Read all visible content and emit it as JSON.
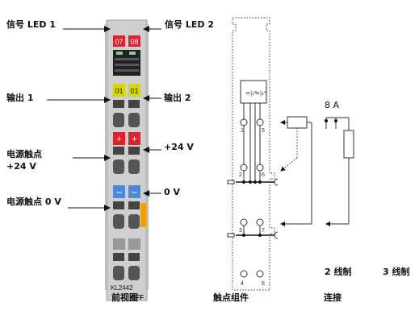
{
  "labels": {
    "signal_led_1": "信号 LED 1",
    "signal_led_2": "信号 LED 2",
    "output_1": "输出 1",
    "output_2": "输出 2",
    "power_contact_24v_line1": "电源触点",
    "power_contact_24v_line2": "+24 V",
    "plus_24v_right": "+24 V",
    "power_contact_0v": "电源触点 0 V",
    "zero_v_right": "0 V",
    "front_view": "前视图",
    "contact_assembly": "触点组件",
    "connection": "连接",
    "two_wire": "2 线制",
    "three_wire": "3 线制",
    "current": "8 A"
  },
  "module": {
    "led_07": "07",
    "led_08": "08",
    "out_01_left": "01",
    "out_01_right": "01",
    "plus_left": "+",
    "plus_right": "+",
    "minus_left": "−",
    "minus_right": "−",
    "model": "KL2442",
    "suffix": "OFF"
  },
  "terminals": {
    "t1": "1",
    "t2": "2",
    "t3": "3",
    "t4": "4",
    "t5": "5",
    "t6": "6",
    "t7": "7",
    "t8": "8"
  },
  "colors": {
    "led_red": "#e0202c",
    "output_yellow": "#d8d800",
    "power_red": "#e0202c",
    "power_blue": "#4a8ad8",
    "module_gray": "#c8c8c8",
    "accent_orange": "#f0a000"
  }
}
